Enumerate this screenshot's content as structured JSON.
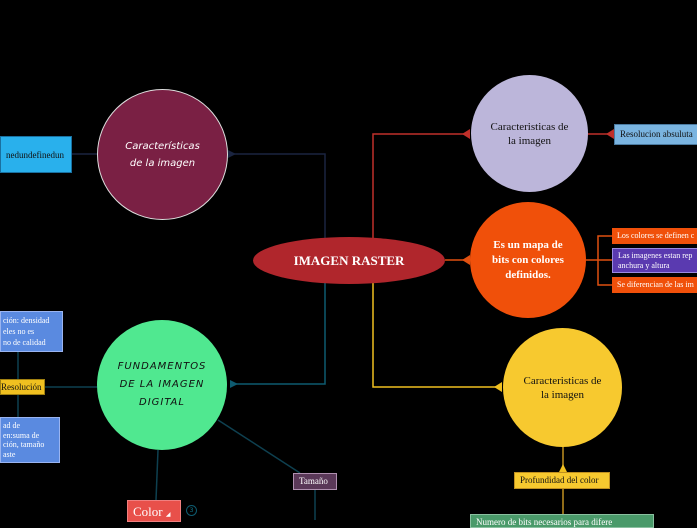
{
  "center": {
    "label": "IMAGEN RASTER",
    "color": "#b0262c"
  },
  "nodes": {
    "caract_left": {
      "label": "Características de la imagen",
      "color": "#7a2044"
    },
    "fundamentos": {
      "label": "FUNDAMENTOS DE LA IMAGEN DIGITAL",
      "color": "#50e890"
    },
    "caract_top": {
      "label": "Caracteristicas de la imagen",
      "color": "#bcb6da"
    },
    "mapa_bits": {
      "label": "Es un mapa de bits con colores definidos.",
      "color": "#f0500a"
    },
    "caract_bottom": {
      "label": "Caracteristicas de la imagen",
      "color": "#f7c92f"
    }
  },
  "boxes": {
    "undefined": "nedundefinedun",
    "resolucion_abs": "Resolucion absuluta",
    "colores_definen": "Los colores se definen c",
    "imagenes_rep_1": "Las imagenes estan rep",
    "imagenes_rep_2": "anchura y altura",
    "diferencian": "Se diferencian de las im",
    "densidad_1": "ción: densidad",
    "densidad_2": "eles no es",
    "densidad_3": "no de calidad",
    "resolucion": "Resolución",
    "calidad_1": "ad de",
    "calidad_2": "en:suma de",
    "calidad_3": "ción, tamaño",
    "calidad_4": "aste",
    "color": "Color",
    "color_count": "3",
    "tamano": "Tamaño",
    "profundidad": "Profundidad del color",
    "numero_bits": "Numero de bits necesarios para difere"
  }
}
